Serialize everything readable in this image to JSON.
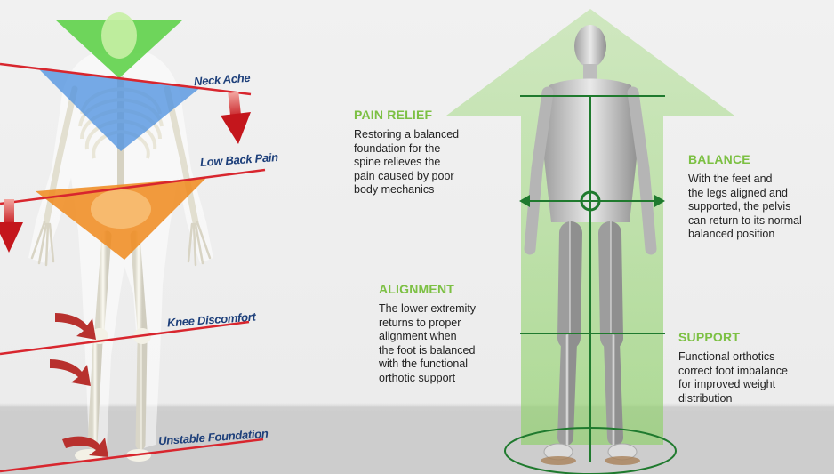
{
  "left_panel": {
    "problem_labels": {
      "neck": "Neck Ache",
      "low_back": "Low Back Pain",
      "knee": "Knee Discomfort",
      "foundation": "Unstable Foundation"
    }
  },
  "right_panel": {
    "sections": {
      "pain_relief": {
        "title": "PAIN RELIEF",
        "lines": [
          "Restoring a balanced",
          "foundation for the",
          "spine relieves the",
          "pain caused by poor",
          "body mechanics"
        ]
      },
      "alignment": {
        "title": "ALIGNMENT",
        "lines": [
          "The lower extremity",
          "returns to proper",
          "alignment when",
          "the foot is balanced",
          "with the functional",
          "orthotic support"
        ]
      },
      "balance": {
        "title": "BALANCE",
        "lines": [
          "With the feet and",
          "the legs aligned and",
          "supported, the pelvis",
          "can return to its normal",
          "balanced position"
        ]
      },
      "support": {
        "title": "SUPPORT",
        "lines": [
          "Functional orthotics",
          "correct foot imbalance",
          "for improved weight",
          "distribution"
        ]
      }
    }
  },
  "colors": {
    "accent_green": "#7cc043",
    "dark_green": "#1f7a2e",
    "red_line": "#d8262e",
    "label_blue": "#1d3f7a",
    "zone_green": "#5fd14a",
    "zone_blue": "#4a8fe0",
    "zone_orange": "#f08a1c"
  }
}
